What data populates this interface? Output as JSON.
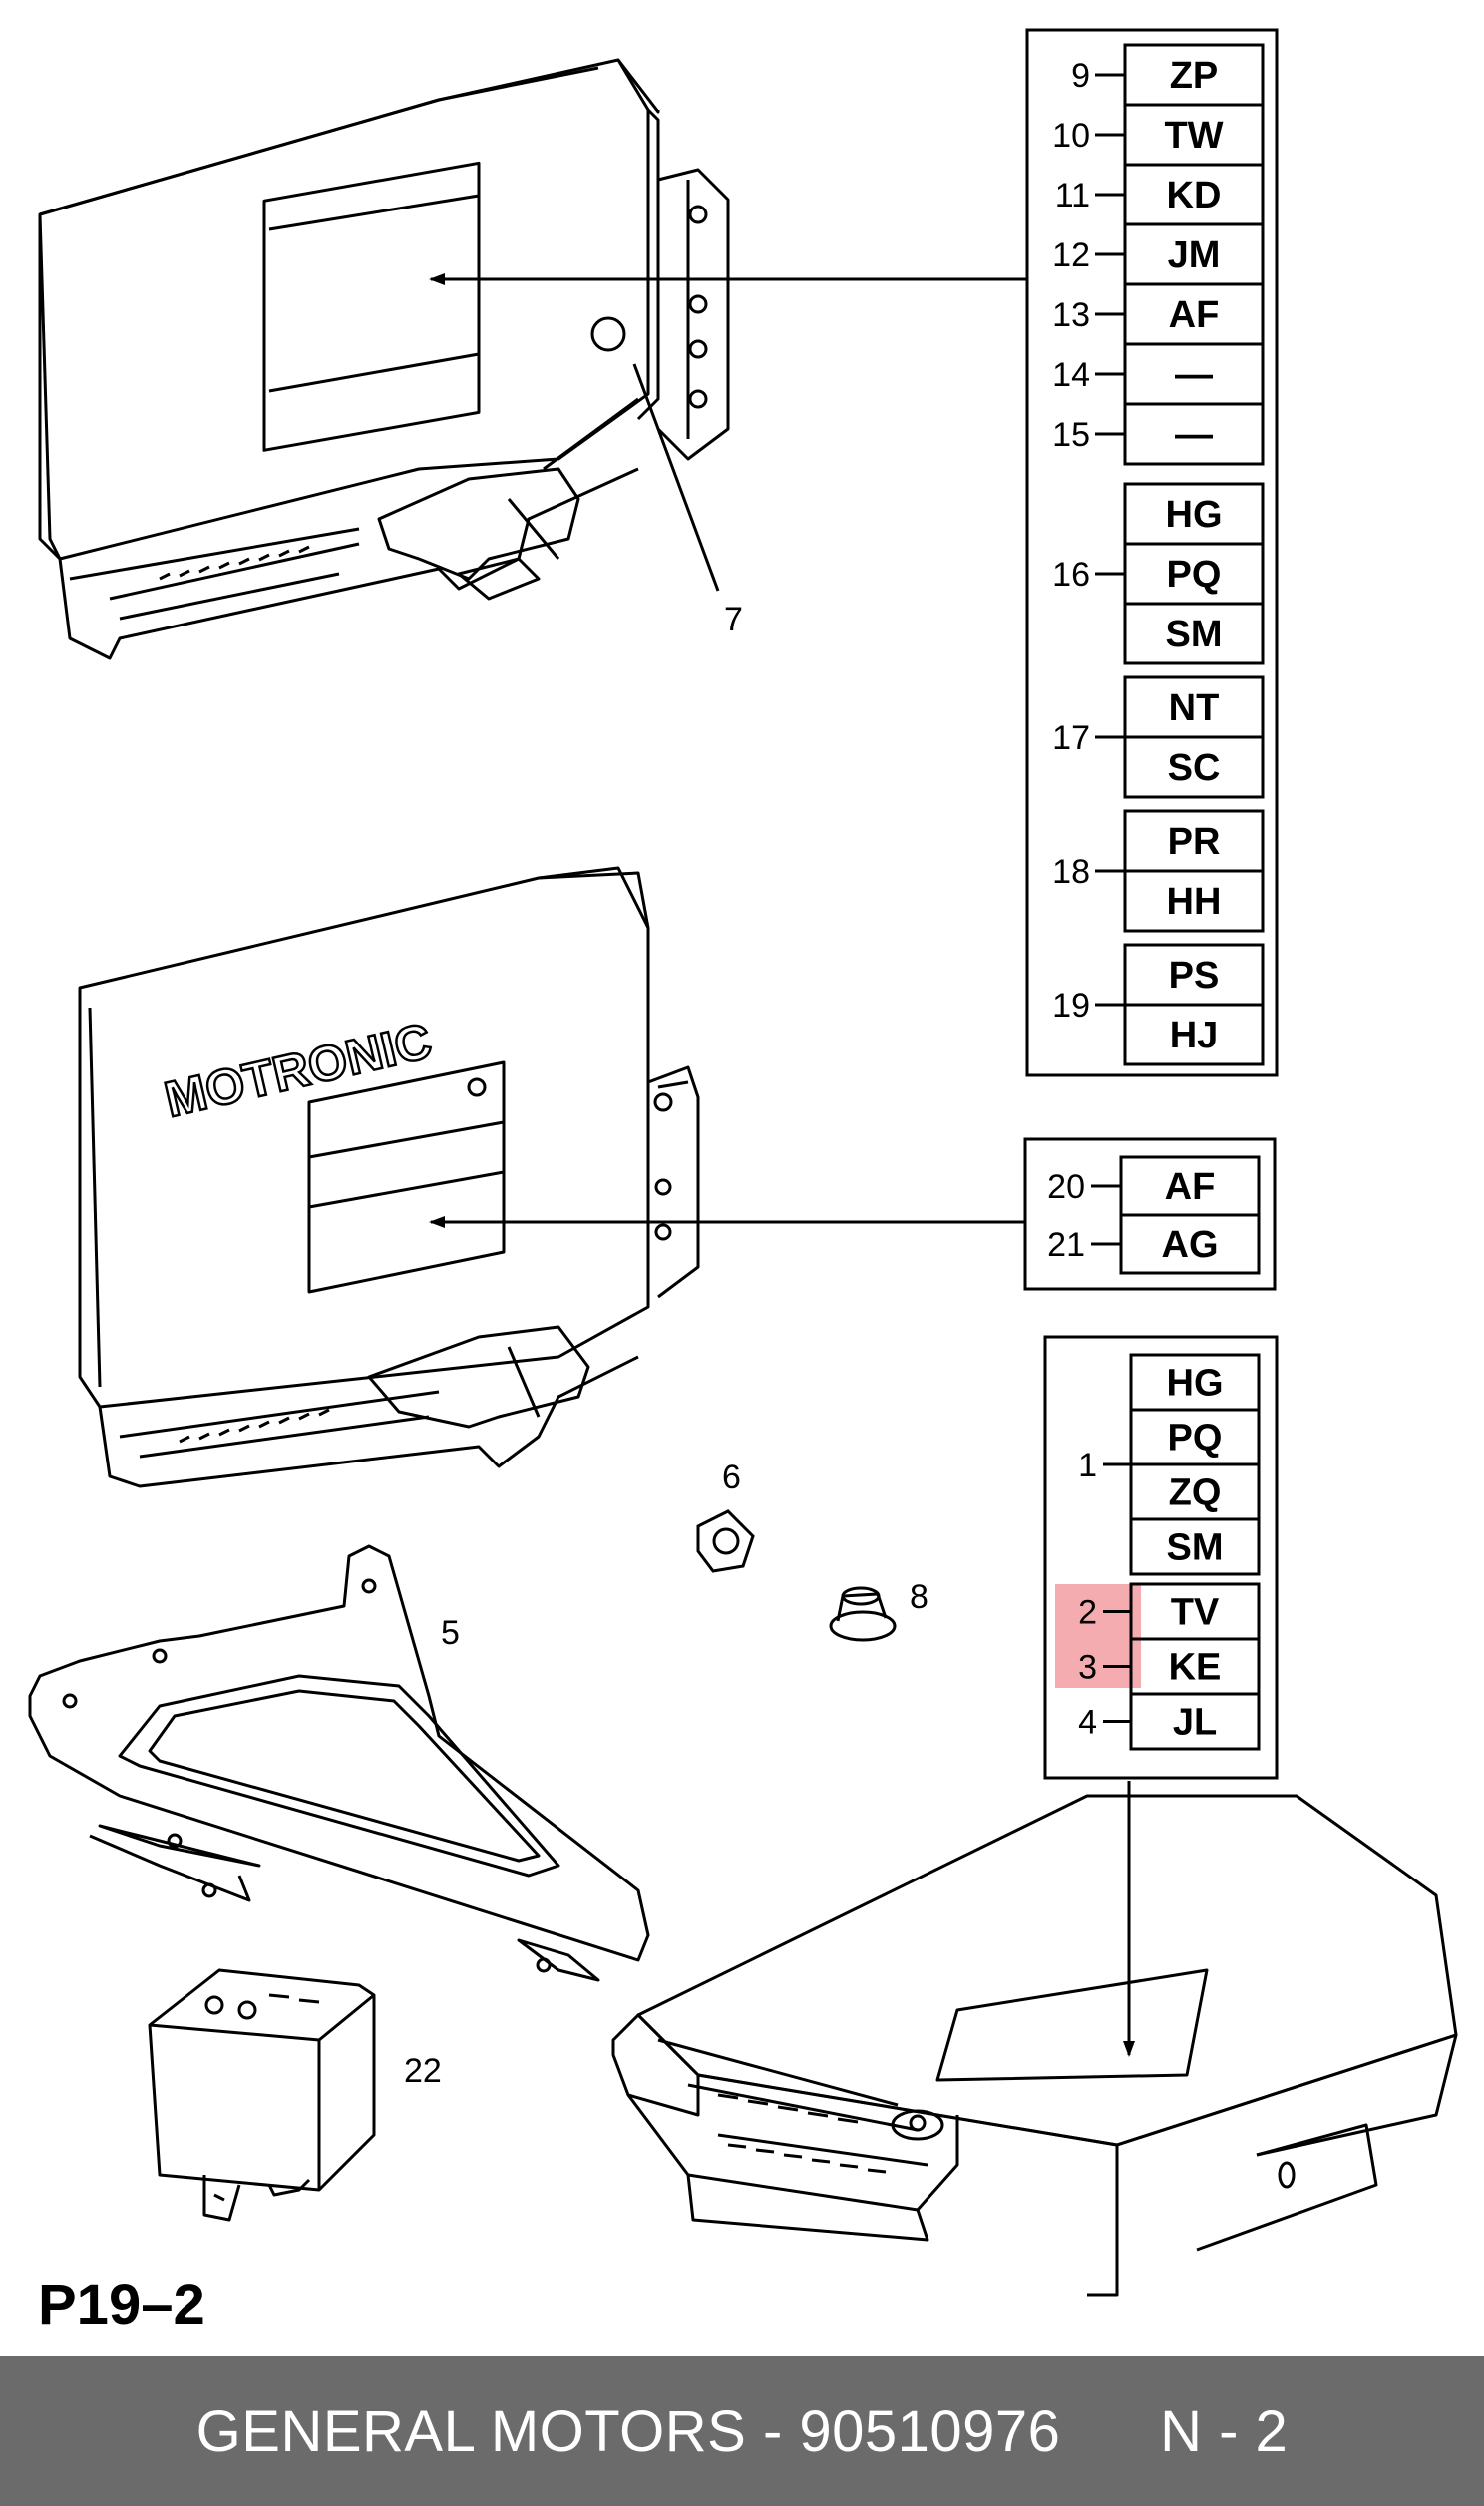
{
  "page_code": "P19–2",
  "footer": {
    "brand": "GENERAL MOTORS",
    "separator": " - ",
    "part_number": "90510976",
    "page_label": "N - 2"
  },
  "ecu_brand_label": "MOTRONIC",
  "code_groups": [
    {
      "id": "top",
      "rows": [
        {
          "num": "9",
          "codes": [
            "ZP"
          ]
        },
        {
          "num": "10",
          "codes": [
            "TW"
          ]
        },
        {
          "num": "11",
          "codes": [
            "KD"
          ]
        },
        {
          "num": "12",
          "codes": [
            "JM"
          ]
        },
        {
          "num": "13",
          "codes": [
            "AF"
          ]
        },
        {
          "num": "14",
          "codes": [
            "—"
          ]
        },
        {
          "num": "15",
          "codes": [
            "—"
          ]
        },
        {
          "num": "16",
          "codes": [
            "HG",
            "PQ",
            "SM"
          ]
        },
        {
          "num": "17",
          "codes": [
            "NT",
            "SC"
          ]
        },
        {
          "num": "18",
          "codes": [
            "PR",
            "HH"
          ]
        },
        {
          "num": "19",
          "codes": [
            "PS",
            "HJ"
          ]
        }
      ]
    },
    {
      "id": "middle",
      "rows": [
        {
          "num": "20",
          "codes": [
            "AF"
          ]
        },
        {
          "num": "21",
          "codes": [
            "AG"
          ]
        }
      ]
    },
    {
      "id": "bottom",
      "rows": [
        {
          "num": "1",
          "codes": [
            "HG",
            "PQ",
            "ZQ",
            "SM"
          ]
        },
        {
          "num": "2",
          "codes": [
            "TV"
          ],
          "highlighted": true
        },
        {
          "num": "3",
          "codes": [
            "KE"
          ]
        },
        {
          "num": "4",
          "codes": [
            "JL"
          ]
        }
      ]
    }
  ],
  "callouts": [
    "5",
    "6",
    "7",
    "8",
    "22"
  ],
  "colors": {
    "highlight": "#f4a3a8",
    "footer_bg": "#6b6b6b",
    "line": "#000000"
  }
}
